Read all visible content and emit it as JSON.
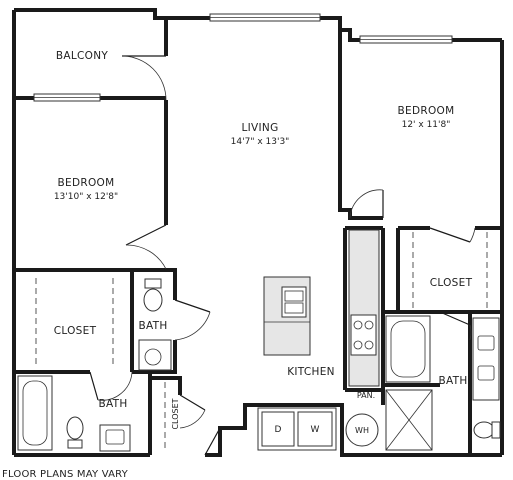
{
  "rooms": {
    "balcony": {
      "name": "BALCONY"
    },
    "living": {
      "name": "LIVING",
      "size": "14'7\" x 13'3\""
    },
    "bedroom_left": {
      "name": "BEDROOM",
      "size": "13'10\" x 12'8\""
    },
    "bedroom_right": {
      "name": "BEDROOM",
      "size": "12' x 11'8\""
    },
    "closet_left": {
      "name": "CLOSET"
    },
    "closet_right": {
      "name": "CLOSET"
    },
    "closet_small": {
      "name": "CLOSET"
    },
    "bath_half": {
      "name": "BATH"
    },
    "bath_left": {
      "name": "BATH"
    },
    "bath_right": {
      "name": "BATH"
    },
    "kitchen": {
      "name": "KITCHEN"
    },
    "pantry": {
      "name": "PAN."
    }
  },
  "appliances": {
    "dryer": "D",
    "washer": "W",
    "water_heater": "WH"
  },
  "footer": {
    "note": "FLOOR PLANS MAY VARY"
  }
}
